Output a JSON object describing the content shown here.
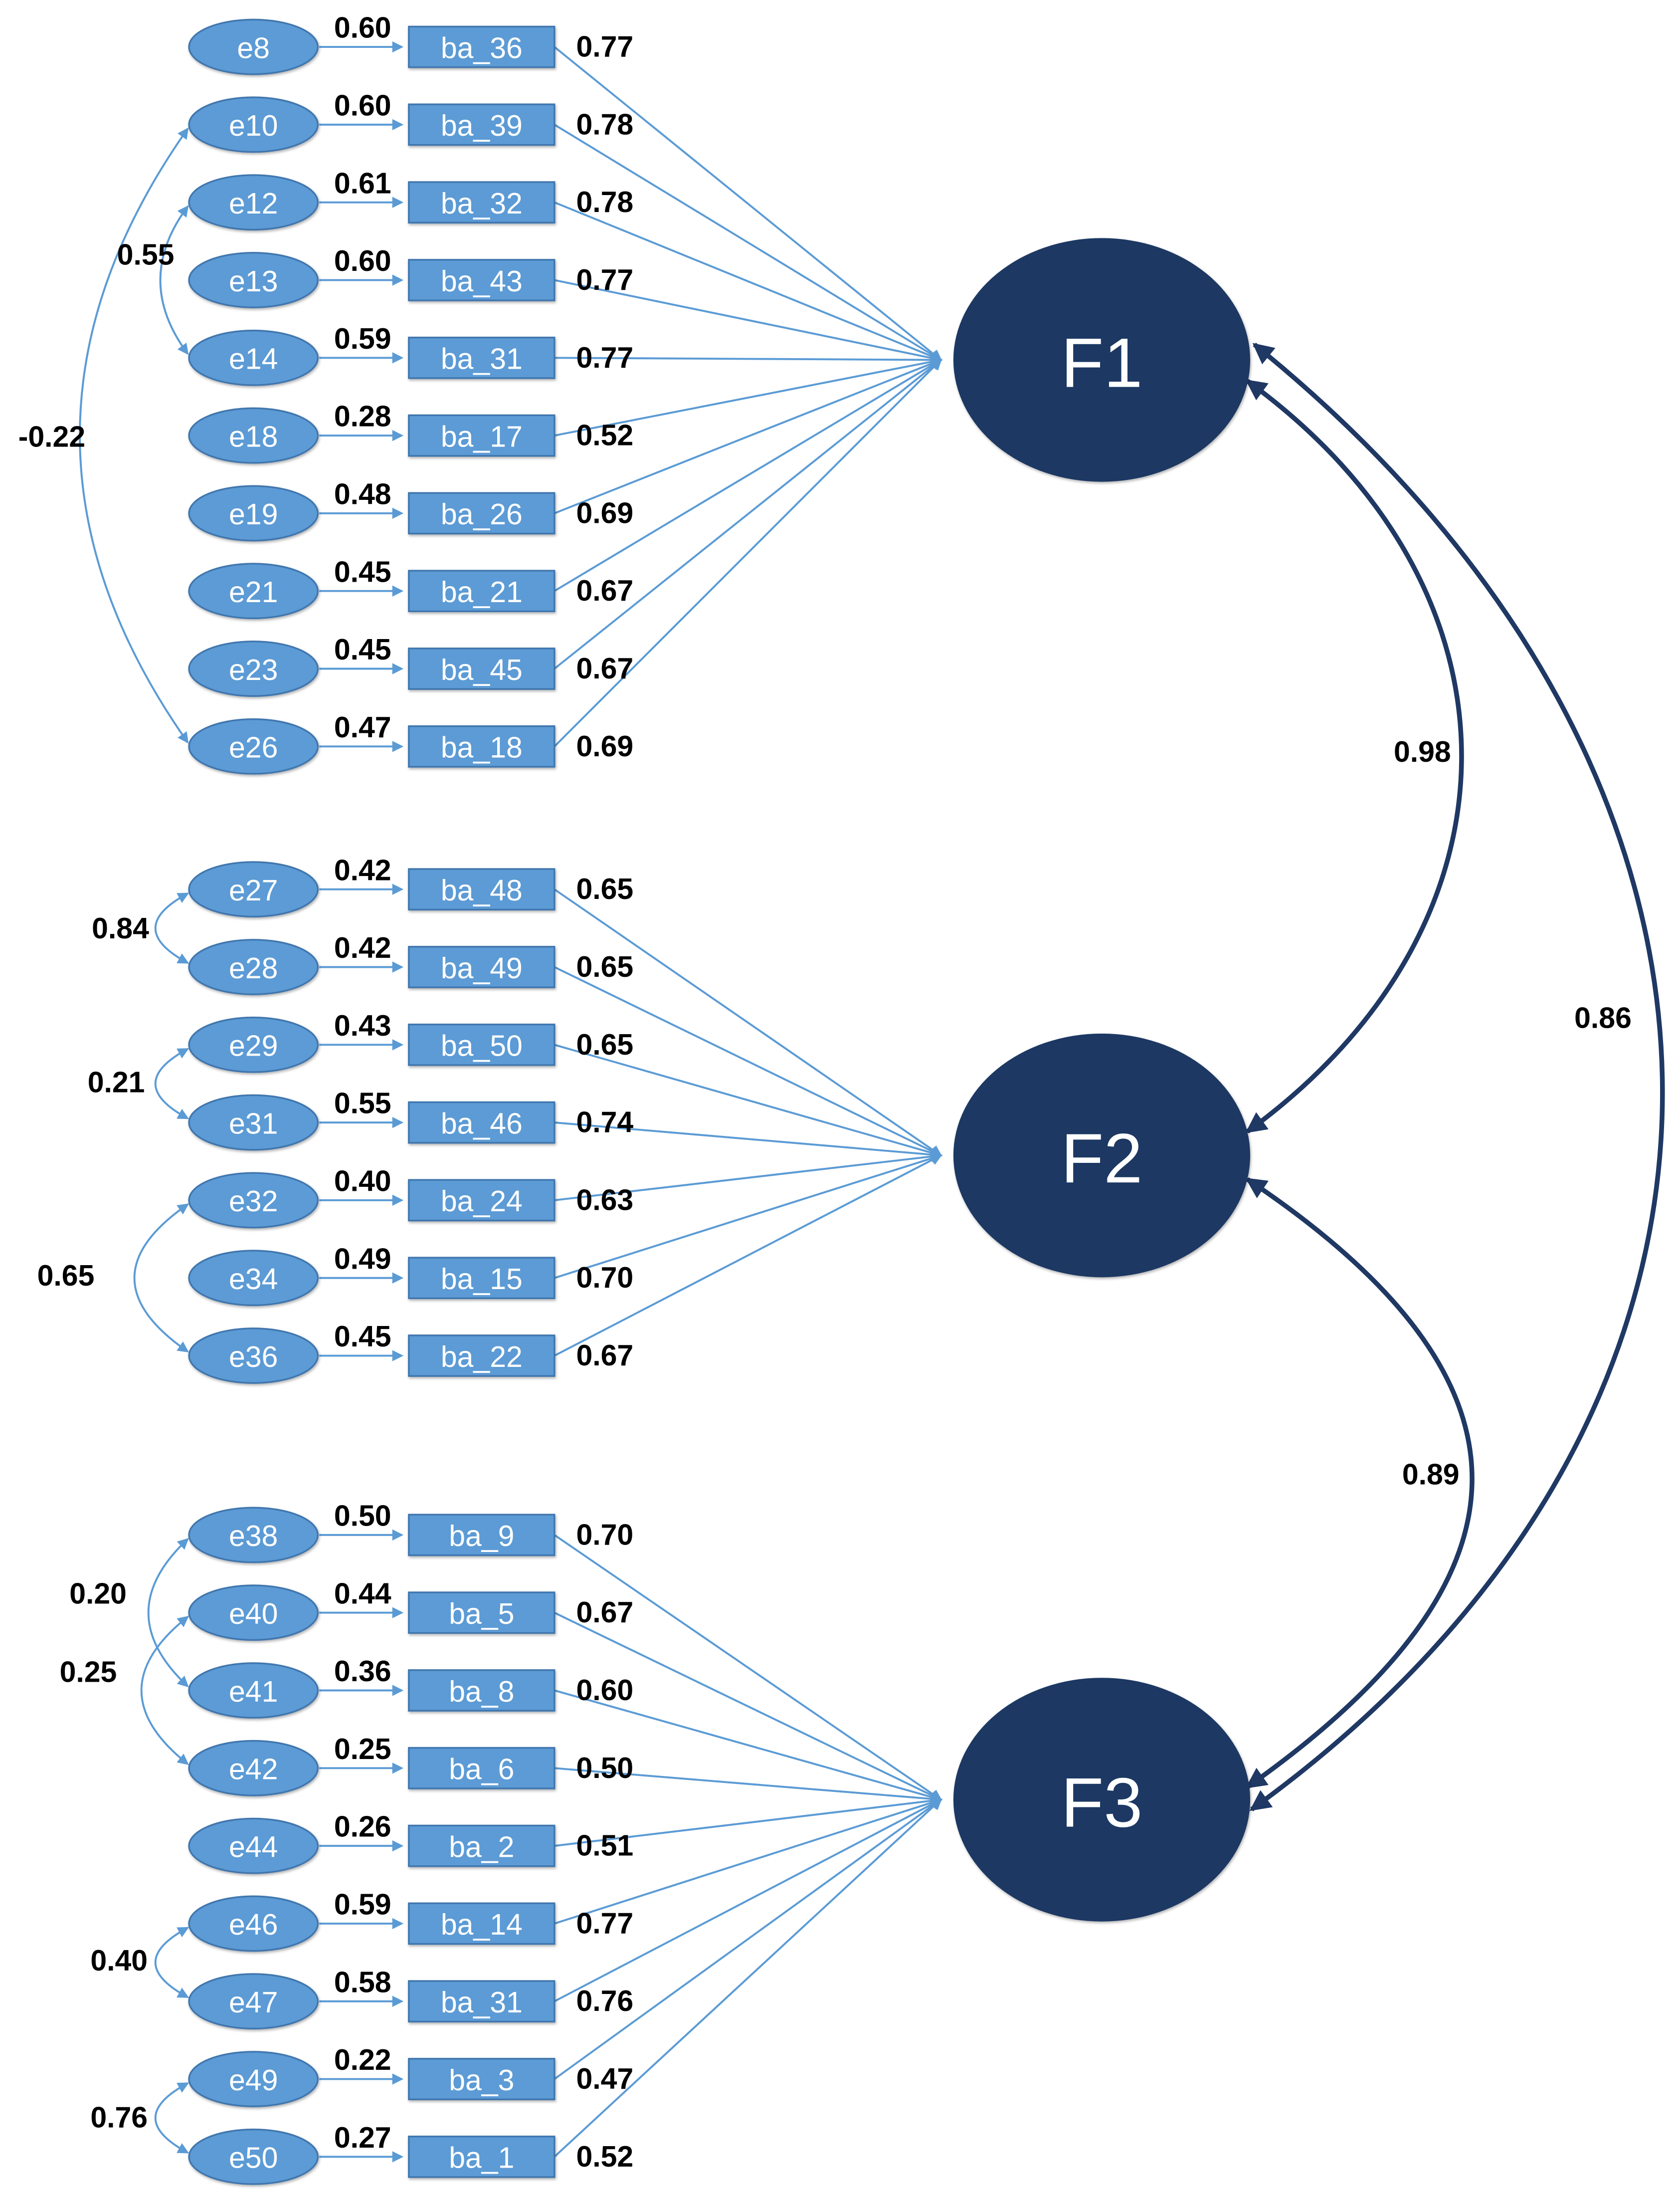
{
  "diagram_type": "confirmatory-factor-analysis-path-diagram",
  "colors": {
    "background": "#FFFFFF",
    "indicator_fill": "#5B9BD5",
    "indicator_border": "#4176AE",
    "factor_fill": "#1F3864",
    "path_light": "#5B9BD5",
    "path_dark": "#1F3864",
    "node_text_color": "#FFFFFF",
    "coefficient_text_color": "#000000"
  },
  "factors": [
    {
      "id": "F1",
      "label": "F1",
      "indicators": [
        {
          "error": "e8",
          "error_weight": "0.60",
          "indicator": "ba_36",
          "loading": "0.77"
        },
        {
          "error": "e10",
          "error_weight": "0.60",
          "indicator": "ba_39",
          "loading": "0.78"
        },
        {
          "error": "e12",
          "error_weight": "0.61",
          "indicator": "ba_32",
          "loading": "0.78"
        },
        {
          "error": "e13",
          "error_weight": "0.60",
          "indicator": "ba_43",
          "loading": "0.77"
        },
        {
          "error": "e14",
          "error_weight": "0.59",
          "indicator": "ba_31",
          "loading": "0.77"
        },
        {
          "error": "e18",
          "error_weight": "0.28",
          "indicator": "ba_17",
          "loading": "0.52"
        },
        {
          "error": "e19",
          "error_weight": "0.48",
          "indicator": "ba_26",
          "loading": "0.69"
        },
        {
          "error": "e21",
          "error_weight": "0.45",
          "indicator": "ba_21",
          "loading": "0.67"
        },
        {
          "error": "e23",
          "error_weight": "0.45",
          "indicator": "ba_45",
          "loading": "0.67"
        },
        {
          "error": "e26",
          "error_weight": "0.47",
          "indicator": "ba_18",
          "loading": "0.69"
        }
      ],
      "error_covariances": [
        {
          "between": [
            "e10",
            "e26"
          ],
          "value": "-0.22"
        },
        {
          "between": [
            "e12",
            "e14"
          ],
          "value": "0.55"
        }
      ]
    },
    {
      "id": "F2",
      "label": "F2",
      "indicators": [
        {
          "error": "e27",
          "error_weight": "0.42",
          "indicator": "ba_48",
          "loading": "0.65"
        },
        {
          "error": "e28",
          "error_weight": "0.42",
          "indicator": "ba_49",
          "loading": "0.65"
        },
        {
          "error": "e29",
          "error_weight": "0.43",
          "indicator": "ba_50",
          "loading": "0.65"
        },
        {
          "error": "e31",
          "error_weight": "0.55",
          "indicator": "ba_46",
          "loading": "0.74"
        },
        {
          "error": "e32",
          "error_weight": "0.40",
          "indicator": "ba_24",
          "loading": "0.63"
        },
        {
          "error": "e34",
          "error_weight": "0.49",
          "indicator": "ba_15",
          "loading": "0.70"
        },
        {
          "error": "e36",
          "error_weight": "0.45",
          "indicator": "ba_22",
          "loading": "0.67"
        }
      ],
      "error_covariances": [
        {
          "between": [
            "e27",
            "e28"
          ],
          "value": "0.84"
        },
        {
          "between": [
            "e29",
            "e31"
          ],
          "value": "0.21"
        },
        {
          "between": [
            "e32",
            "e36"
          ],
          "value": "0.65"
        }
      ]
    },
    {
      "id": "F3",
      "label": "F3",
      "indicators": [
        {
          "error": "e38",
          "error_weight": "0.50",
          "indicator": "ba_9",
          "loading": "0.70"
        },
        {
          "error": "e40",
          "error_weight": "0.44",
          "indicator": "ba_5",
          "loading": "0.67"
        },
        {
          "error": "e41",
          "error_weight": "0.36",
          "indicator": "ba_8",
          "loading": "0.60"
        },
        {
          "error": "e42",
          "error_weight": "0.25",
          "indicator": "ba_6",
          "loading": "0.50"
        },
        {
          "error": "e44",
          "error_weight": "0.26",
          "indicator": "ba_2",
          "loading": "0.51"
        },
        {
          "error": "e46",
          "error_weight": "0.59",
          "indicator": "ba_14",
          "loading": "0.77"
        },
        {
          "error": "e47",
          "error_weight": "0.58",
          "indicator": "ba_31",
          "loading": "0.76"
        },
        {
          "error": "e49",
          "error_weight": "0.22",
          "indicator": "ba_3",
          "loading": "0.47"
        },
        {
          "error": "e50",
          "error_weight": "0.27",
          "indicator": "ba_1",
          "loading": "0.52"
        }
      ],
      "error_covariances": [
        {
          "between": [
            "e38",
            "e41"
          ],
          "value": "0.20"
        },
        {
          "between": [
            "e40",
            "e42"
          ],
          "value": "0.25"
        },
        {
          "between": [
            "e46",
            "e47"
          ],
          "value": "0.40"
        },
        {
          "between": [
            "e49",
            "e50"
          ],
          "value": "0.76"
        }
      ]
    }
  ],
  "factor_correlations": [
    {
      "between": [
        "F1",
        "F2"
      ],
      "value": "0.98"
    },
    {
      "between": [
        "F2",
        "F3"
      ],
      "value": "0.89"
    },
    {
      "between": [
        "F1",
        "F3"
      ],
      "value": "0.86"
    }
  ]
}
